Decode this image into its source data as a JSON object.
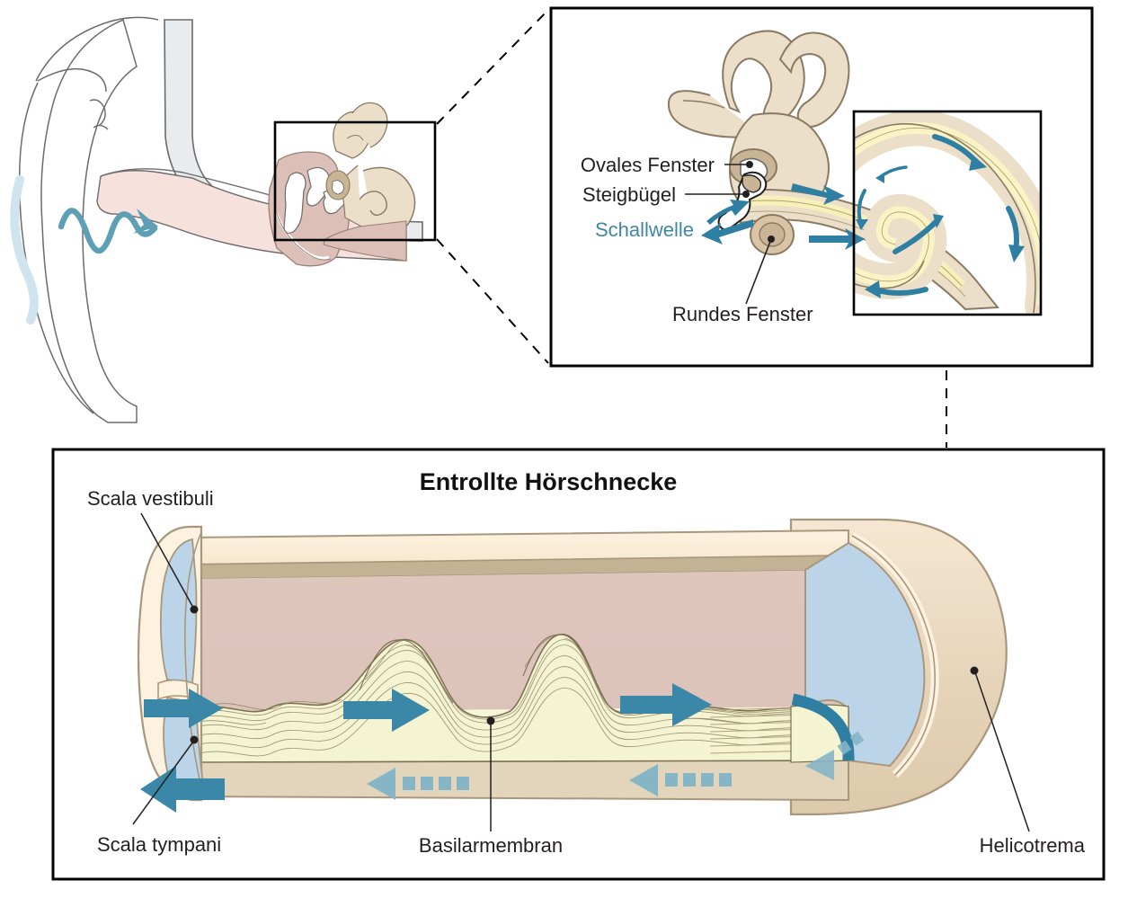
{
  "figure": {
    "title": "Entrollte Hörschnecke",
    "language": "de"
  },
  "panels": {
    "overview": {
      "name": "ear-overview"
    },
    "middle": {
      "name": "inner-ear-detail"
    },
    "bottom": {
      "name": "uncoiled-cochlea"
    }
  },
  "middle_panel": {
    "labels": [
      {
        "id": "ovales-fenster",
        "text": "Ovales Fenster",
        "color": "#231f20"
      },
      {
        "id": "steigbuegel",
        "text": "Steigbügel",
        "color": "#231f20"
      },
      {
        "id": "schallwelle",
        "text": "Schallwelle",
        "color": "#3e87a6"
      },
      {
        "id": "rundes-fenster",
        "text": "Rundes Fenster",
        "color": "#231f20"
      }
    ]
  },
  "bottom_panel": {
    "title": "Entrollte Hörschnecke",
    "labels": [
      {
        "id": "scala-vestibuli",
        "text": "Scala vestibuli"
      },
      {
        "id": "scala-tympani",
        "text": "Scala tympani"
      },
      {
        "id": "basilarmembran",
        "text": "Basilarmembran"
      },
      {
        "id": "helicotrema",
        "text": "Helicotrema"
      }
    ]
  },
  "colors": {
    "teal_arrow": "#3b87a8",
    "teal_arrow_light": "#86b5c6",
    "sound_wave": "#5e9fb5",
    "bone_tan": "#e8dcc8",
    "bone_outline": "#8a7a63",
    "basilar_yellow": "#f7f3c9",
    "fluid_blue": "#bcd4e8",
    "tube_cream": "#fdf0dc",
    "tube_wall_tan": "#e3d5bc",
    "tube_interior_pink": "#ddc4bb",
    "canal_pink": "#f6e1dd",
    "skull_grey": "#e9ecef",
    "frame_black": "#000000",
    "label_text": "#231f20",
    "outline_grey": "#6b6b6b"
  }
}
